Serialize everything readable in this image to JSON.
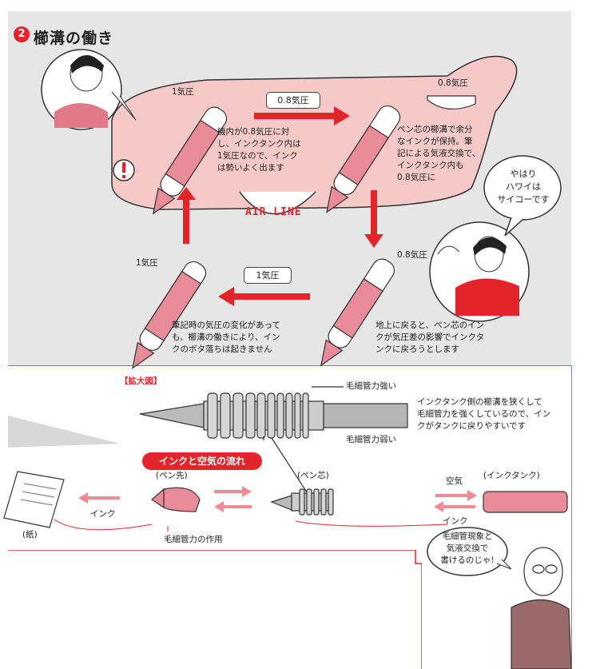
{
  "header": {
    "number": "2",
    "title": "櫛溝の働き"
  },
  "airplane": {
    "logo": "AIR LINE"
  },
  "pressure_labels": {
    "top_left": "1気圧",
    "top_right": "0.8気圧",
    "bottom_right": "0.8気圧",
    "bottom_left": "1気圧"
  },
  "arrow_boxes": {
    "top": "0.8気圧",
    "bottom": "1気圧"
  },
  "descriptions": {
    "step1": "機内が0.8気圧に対\nし、インクタンク内は\n1気圧なので、インク\nは勢いよく出ます",
    "step2": "ペン芯の櫛溝で余分\nなインクが保持。筆\n記による気液交換で、\nインクタンク内も\n0.8気圧に",
    "step3": "地上に戻ると、ペン芯のイン\nクが気圧差の影響でインクタ\nンクに戻ろうとします",
    "step4": "筆記時の気圧の変化があって\nも、櫛溝の働きにより、イン\nクのボタ落ちは起きません"
  },
  "speech": {
    "hawaii": "やはり\nハワイは\nサイコーです",
    "professor": "毛細管現象と\n気液交換で\n書けるのじゃ!"
  },
  "enlarge": {
    "label": "【拡大図】",
    "strong": "毛細管力強い",
    "weak": "毛細管力弱い",
    "note": "インクタンク側の櫛溝を狭くして\n毛細管力を強くしているので、イン\nクがタンクに戻りやすいです"
  },
  "flow": {
    "title": "インクと空気の流れ",
    "nib": "(ペン先)",
    "feed": "(ペン芯)",
    "tank": "(インクタンク)",
    "paper": "(紙)",
    "ink_left": "インク",
    "ink_right": "インク",
    "air": "空気",
    "capillary": "毛細管力の作用"
  },
  "colors": {
    "accent": "#e3242b",
    "pink": "#f6c9c9",
    "panel": "#e6e6e6"
  }
}
